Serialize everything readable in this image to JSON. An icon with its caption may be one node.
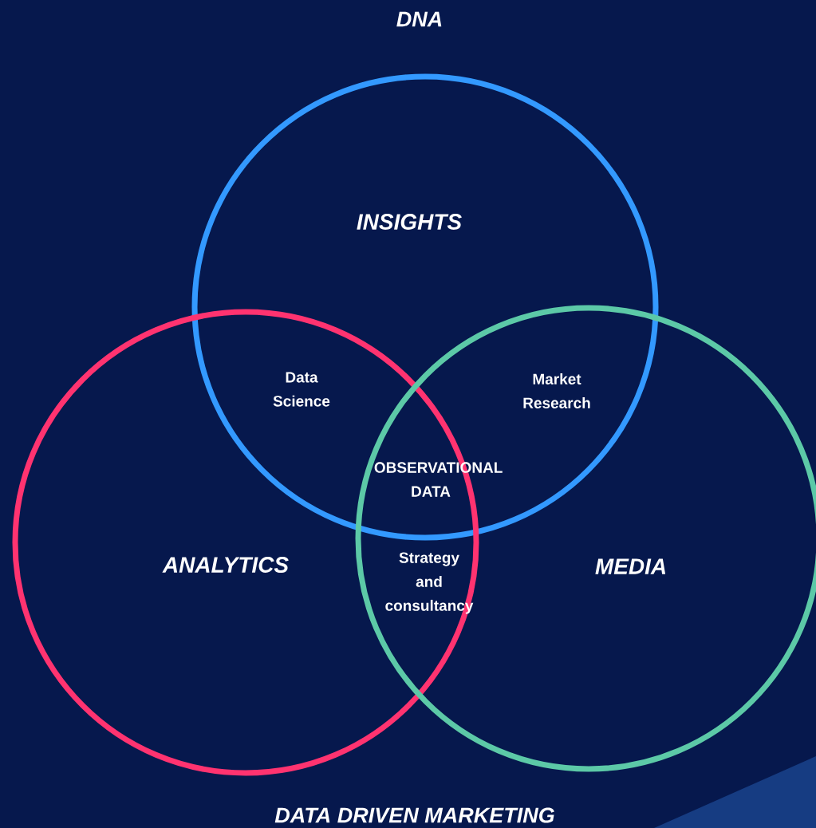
{
  "diagram": {
    "title": "DNA",
    "caption": "DATA DRIVEN MARKETING",
    "nodes": [
      {
        "text": [
          "INSIGHTS"
        ]
      },
      {
        "text": [
          "ANALYTICS"
        ]
      },
      {
        "text": [
          "MEDIA"
        ]
      }
    ],
    "labels": [
      "Data Science",
      "Market Research",
      "OBSERVATIONAL DATA",
      "Strategy and consultancy"
    ]
  }
}
